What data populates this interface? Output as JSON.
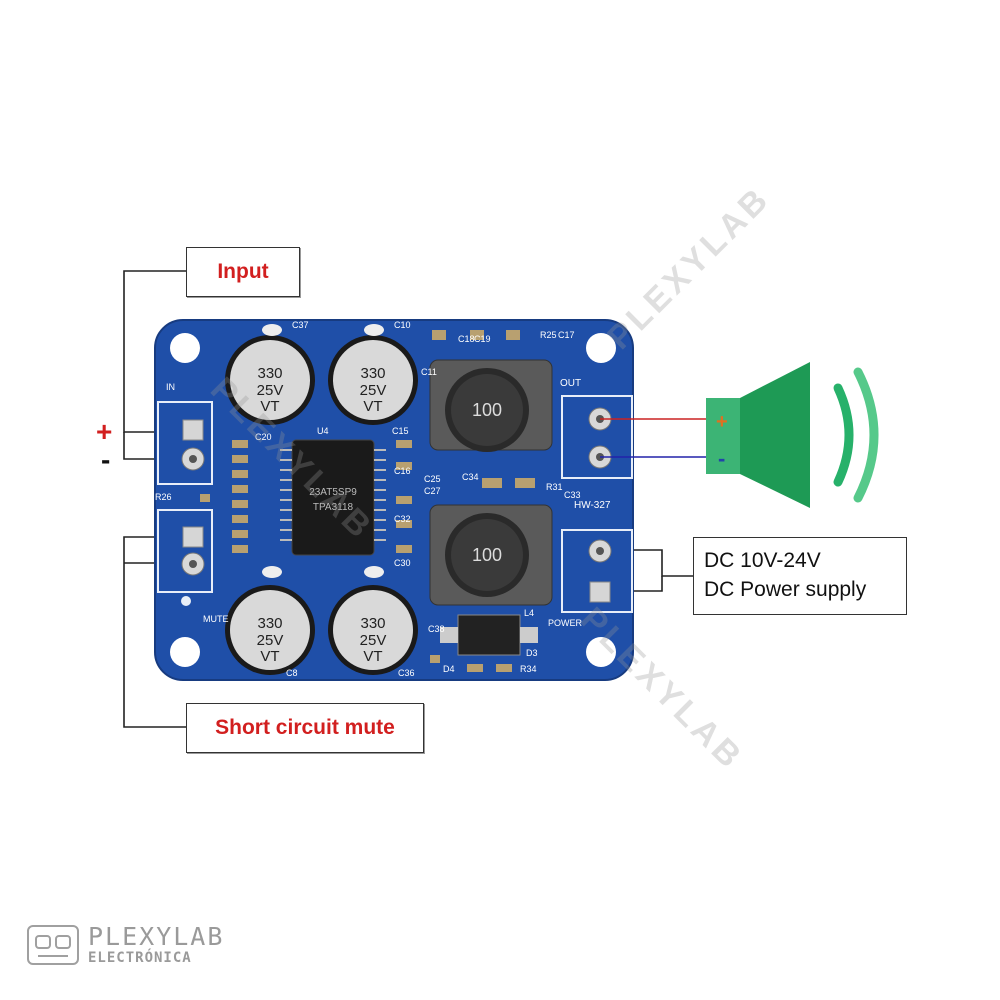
{
  "labels": {
    "input": "Input",
    "short_circuit_mute": "Short circuit mute",
    "dc_line1": "DC 10V-24V",
    "dc_line2": "DC Power supply",
    "plus": "+",
    "minus": "-"
  },
  "speaker_terminals": {
    "plus": "+",
    "minus": "-"
  },
  "board": {
    "capacitor_text": [
      "330",
      "25V",
      "VT"
    ],
    "inductor_value": "100",
    "chip_text": [
      "23AT5SP9",
      "TPA3118"
    ],
    "model": "HW-327",
    "out_label": "OUT",
    "power_label": "POWER",
    "mute_label": "MUTE",
    "in_label": "IN",
    "refs": [
      "C37",
      "C10",
      "C11",
      "C18",
      "C19",
      "R25",
      "C17",
      "C20",
      "U4",
      "C15",
      "C16",
      "C25",
      "C27",
      "C34",
      "R31",
      "C33",
      "C32",
      "C30",
      "R26",
      "C38",
      "L4",
      "D3",
      "D4",
      "R34",
      "C8",
      "C36"
    ]
  },
  "watermark": {
    "text": "PLEXYLAB"
  },
  "brand": {
    "name": "PLEXYLAB",
    "tagline": "ELECTRÓNICA"
  },
  "colors": {
    "board": "#1f4fa8",
    "label_red": "#d21f1f",
    "speaker_green": "#1e9a55",
    "wire_red": "#cc2222",
    "wire_blue": "#2222aa"
  }
}
